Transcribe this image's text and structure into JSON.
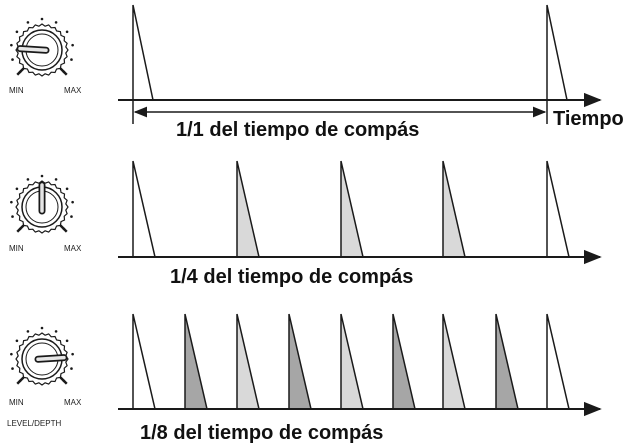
{
  "rows": [
    {
      "knob": {
        "min_label": "MIN",
        "max_label": "MAX",
        "level": 0.18
      },
      "label": "1/1 del tiempo de compás",
      "axis_label": "Tiempo",
      "pulses": [
        {
          "shade": "white"
        },
        {
          "shade": "white"
        }
      ]
    },
    {
      "knob": {
        "min_label": "MIN",
        "max_label": "MAX",
        "level": 0.5
      },
      "label": "1/4 del tiempo de compás",
      "pulses": [
        {
          "shade": "white"
        },
        {
          "shade": "light"
        },
        {
          "shade": "light"
        },
        {
          "shade": "light"
        },
        {
          "shade": "white"
        }
      ]
    },
    {
      "knob": {
        "min_label": "MIN",
        "max_label": "MAX",
        "level": 0.82,
        "caption": "LEVEL/DEPTH"
      },
      "label": "1/8 del tiempo de compás",
      "pulses": [
        {
          "shade": "white"
        },
        {
          "shade": "dark"
        },
        {
          "shade": "light"
        },
        {
          "shade": "dark"
        },
        {
          "shade": "light"
        },
        {
          "shade": "dark"
        },
        {
          "shade": "light"
        },
        {
          "shade": "dark"
        },
        {
          "shade": "white"
        }
      ]
    }
  ],
  "colors": {
    "white": "#ffffff",
    "light": "#d9d9d9",
    "dark": "#a6a6a6",
    "stroke": "#1a1a1a"
  }
}
